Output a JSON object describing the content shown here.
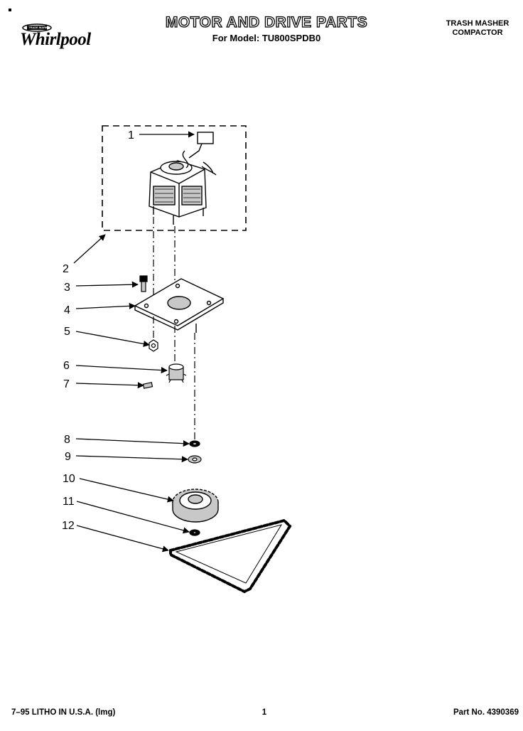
{
  "header": {
    "brand": "Whirlpool",
    "brand_tag": "TRADE MARK",
    "title": "MOTOR AND DRIVE PARTS",
    "model_line": "For Model: TU800SPDB0",
    "product_line1": "TRASH MASHER",
    "product_line2": "COMPACTOR"
  },
  "callouts": [
    "1",
    "2",
    "3",
    "4",
    "5",
    "6",
    "7",
    "8",
    "9",
    "10",
    "11",
    "12"
  ],
  "footer": {
    "litho": "7–95 LITHO IN U.S.A. (lmg)",
    "page": "1",
    "part_no": "Part No. 4390369"
  },
  "colors": {
    "ink": "#000000",
    "paper": "#ffffff",
    "shade": "#c8c8c8"
  }
}
